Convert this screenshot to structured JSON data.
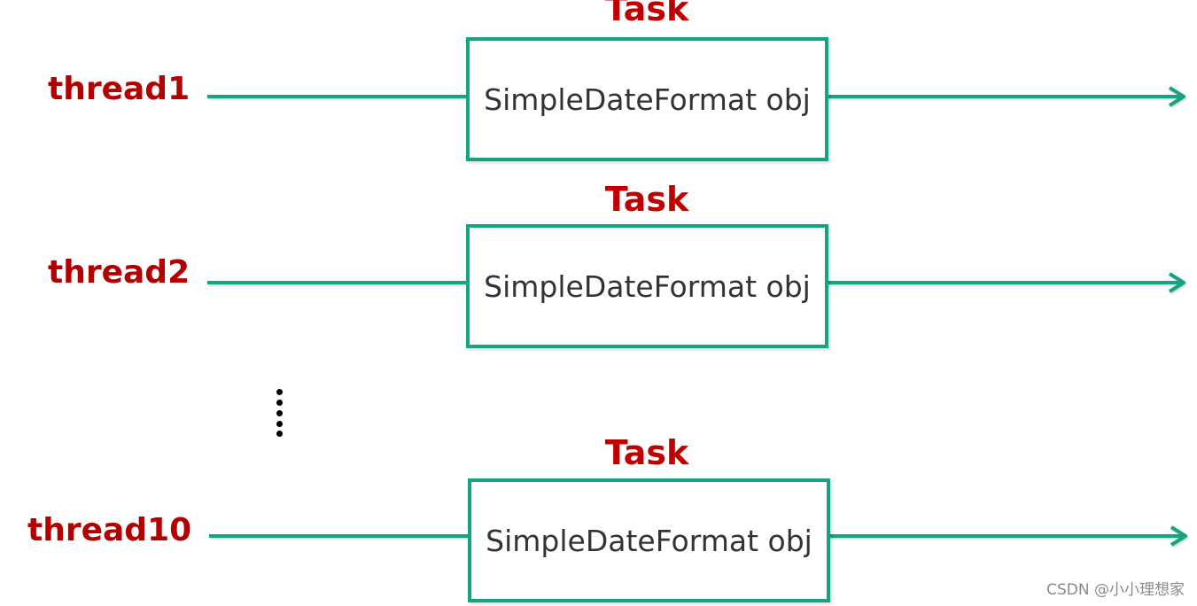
{
  "colors": {
    "line": "#16a382",
    "thread_label": "#b30000",
    "task_label": "#c00000",
    "box_text": "#333333"
  },
  "rows": [
    {
      "thread": "thread1",
      "task": "Task",
      "object": "SimpleDateFormat obj"
    },
    {
      "thread": "thread2",
      "task": "Task",
      "object": "SimpleDateFormat obj"
    },
    {
      "thread": "thread10",
      "task": "Task",
      "object": "SimpleDateFormat obj"
    }
  ],
  "watermark": "CSDN @小小理想家"
}
